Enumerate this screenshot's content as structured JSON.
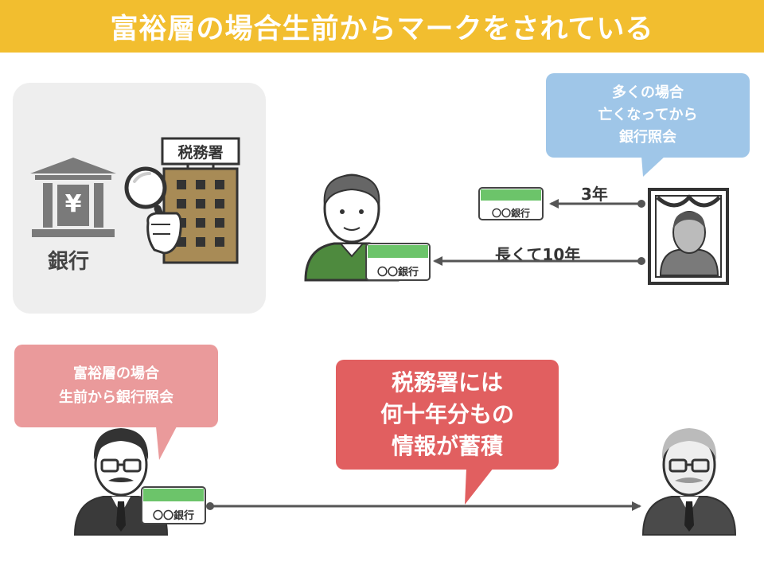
{
  "header": {
    "title": "富裕層の場合生前からマークをされている"
  },
  "left_panel": {
    "bank_label": "銀行",
    "bank_sign": "¥",
    "tax_office_sign": "税務署"
  },
  "bubble_blue": {
    "lines": [
      "多くの場合",
      "亡くなってから",
      "銀行照会"
    ]
  },
  "bubble_pink": {
    "lines": [
      "富裕層の場合",
      "生前から銀行照会"
    ]
  },
  "bubble_red": {
    "lines": [
      "税務署には",
      "何十年分もの",
      "情報が蓄積"
    ]
  },
  "timeline": {
    "short_label": "3年",
    "long_label": "長くて10年"
  },
  "passbook": {
    "label": "〇〇銀行"
  },
  "colors": {
    "header": "#f2be2f",
    "panel": "#eeeeee",
    "bubble_blue": "#9fc6e8",
    "bubble_pink": "#ea9a9b",
    "bubble_red": "#e15f60",
    "passbook_green": "#6cc46a",
    "person_shirt": "#4e8a3e",
    "building": "#a88b56"
  }
}
